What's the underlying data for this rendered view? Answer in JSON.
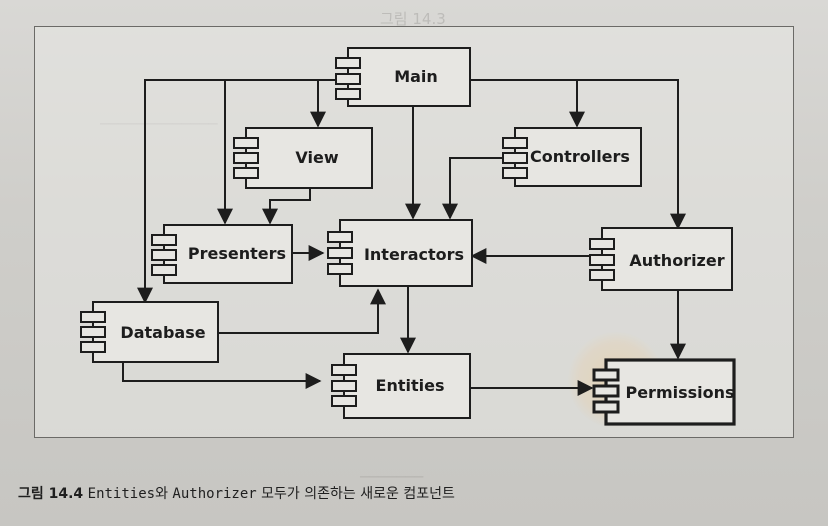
{
  "components": {
    "main": "Main",
    "view": "View",
    "controllers": "Controllers",
    "presenters": "Presenters",
    "interactors": "Interactors",
    "authorizer": "Authorizer",
    "database": "Database",
    "entities": "Entities",
    "permissions": "Permissions"
  },
  "caption": {
    "figure_number": "그림 14.4",
    "term_1": "Entities",
    "connector_1": "와",
    "term_2": "Authorizer",
    "text": "모두가 의존하는 새로운 컴포넌트"
  }
}
